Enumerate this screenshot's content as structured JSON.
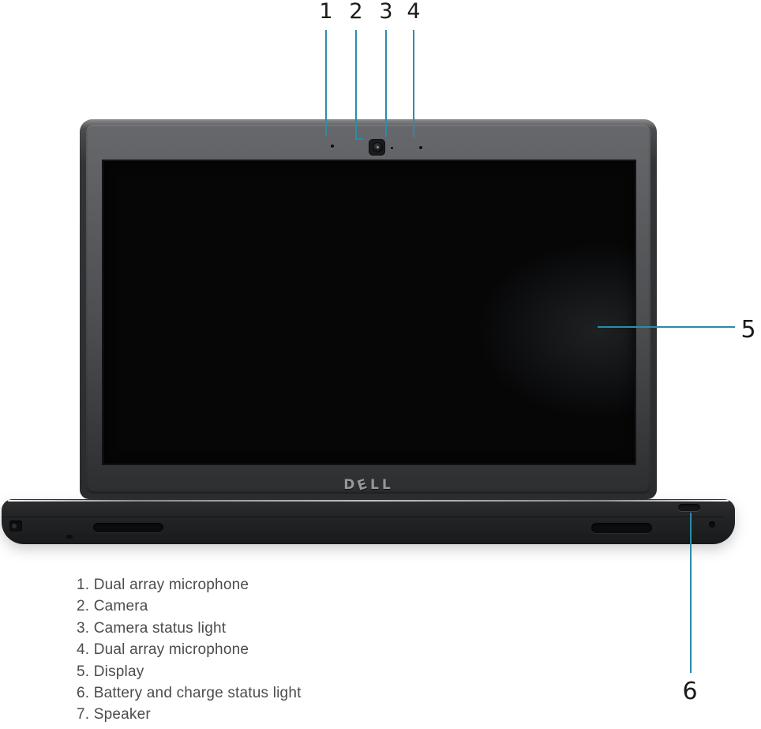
{
  "page": {
    "background": "#ffffff"
  },
  "figure": {
    "type": "product-callout-diagram",
    "device": "laptop-front-view",
    "logo_letters": [
      "D",
      "E",
      "L",
      "L"
    ]
  },
  "colors": {
    "callout_line": "#2a8cab",
    "marker_text": "#1b1b1b",
    "legend_text": "#4c4b4d",
    "bezel_gray": "#56585c",
    "screen_black": "#060607"
  },
  "callouts": {
    "markers": [
      {
        "num": "1",
        "target": "dual-array-microphone-left"
      },
      {
        "num": "2",
        "target": "camera"
      },
      {
        "num": "3",
        "target": "camera-status-light"
      },
      {
        "num": "4",
        "target": "dual-array-microphone-right"
      },
      {
        "num": "5",
        "target": "display"
      },
      {
        "num": "6",
        "target": "battery-and-charge-status-light"
      }
    ]
  },
  "legend": {
    "items": [
      {
        "num": "1.",
        "label": "Dual array microphone",
        "text": "1. Dual array microphone"
      },
      {
        "num": "2.",
        "label": "Camera",
        "text": "2. Camera"
      },
      {
        "num": "3.",
        "label": "Camera status light",
        "text": "3. Camera status light"
      },
      {
        "num": "4.",
        "label": "Dual array microphone",
        "text": "4. Dual array microphone"
      },
      {
        "num": "5.",
        "label": "Display",
        "text": "5. Display"
      },
      {
        "num": "6.",
        "label": "Battery and charge status light",
        "text": "6. Battery and charge status light"
      },
      {
        "num": "7.",
        "label": "Speaker",
        "text": "7. Speaker"
      }
    ]
  }
}
